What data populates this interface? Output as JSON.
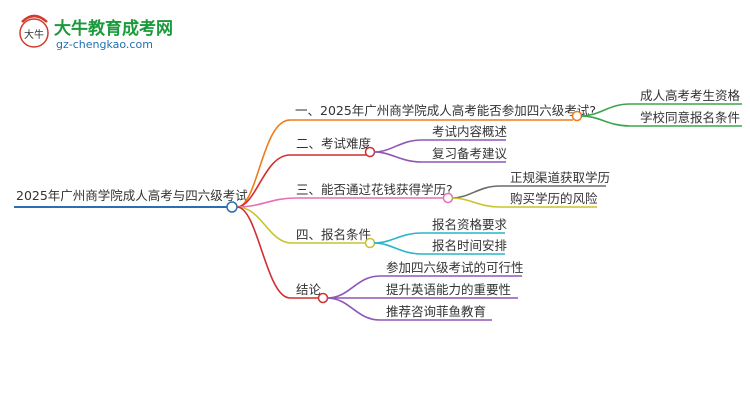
{
  "logo": {
    "title": "大牛教育成考网",
    "url": "gz-chengkao.com",
    "mark_text": "大牛"
  },
  "root": {
    "label": "2025年广州商学院成人高考与四六级考试"
  },
  "branches": [
    {
      "label": "一、2025年广州商学院成人高考能否参加四六级考试?",
      "color": "#f07b1a",
      "children": [
        {
          "label": "成人高考考生资格",
          "color": "#3aa548"
        },
        {
          "label": "学校同意报名条件",
          "color": "#3aa548"
        }
      ]
    },
    {
      "label": "二、考试难度",
      "color": "#d12f2f",
      "children": [
        {
          "label": "考试内容概述",
          "color": "#8f57b5"
        },
        {
          "label": "复习备考建议",
          "color": "#8f57b5"
        }
      ]
    },
    {
      "label": "三、能否通过花钱获得学历?",
      "color": "#e86fb5",
      "children": [
        {
          "label": "正规渠道获取学历",
          "color": "#6b6b6b"
        },
        {
          "label": "购买学历的风险",
          "color": "#c9c42a"
        }
      ]
    },
    {
      "label": "四、报名条件",
      "color": "#c6c32b",
      "children": [
        {
          "label": "报名资格要求",
          "color": "#27b6c9"
        },
        {
          "label": "报名时间安排",
          "color": "#27b6c9"
        }
      ]
    },
    {
      "label": "结论",
      "color": "#d12f2f",
      "children": [
        {
          "label": "参加四六级考试的可行性",
          "color": "#8f57b5"
        },
        {
          "label": "提升英语能力的重要性",
          "color": "#8f57b5"
        },
        {
          "label": "推荐咨询菲鱼教育",
          "color": "#8f57b5"
        }
      ]
    }
  ],
  "colors": {
    "root_line": "#2a6fb0",
    "background": "#ffffff"
  }
}
